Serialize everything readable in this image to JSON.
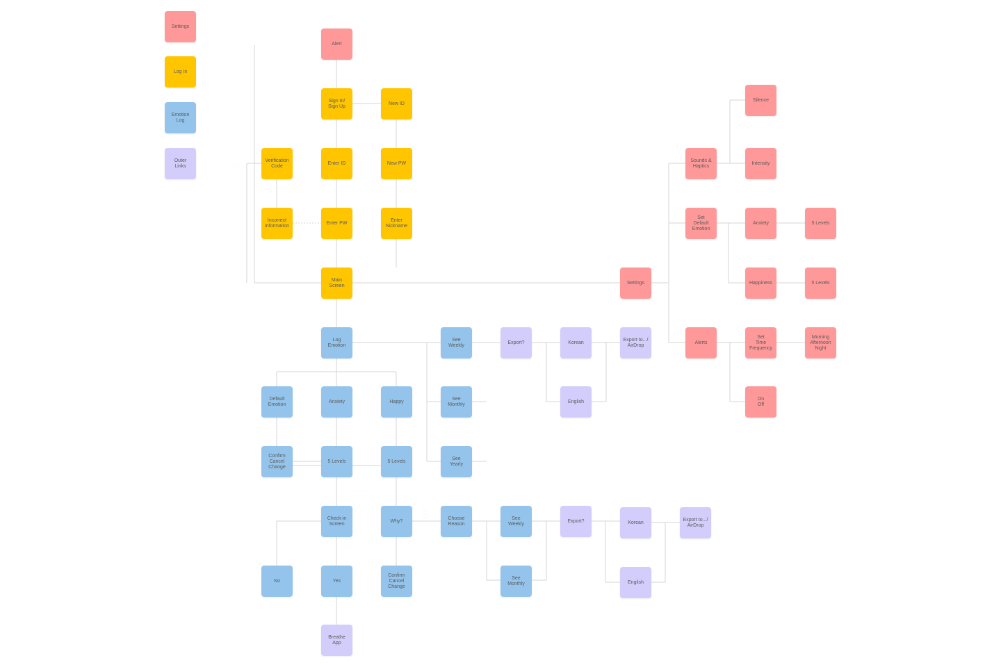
{
  "colors": {
    "settings": "#ff9999",
    "log_in": "#ffc600",
    "emotion_log": "#94c4ec",
    "outer_links": "#d2cdfb",
    "connector": "#d6d6d6"
  },
  "legend": [
    {
      "id": "legend-settings",
      "label": "Settings",
      "color": "red"
    },
    {
      "id": "legend-log-in",
      "label": "Log In",
      "color": "yellow"
    },
    {
      "id": "legend-emotion-log",
      "label": "Emotion\nLog",
      "color": "blue"
    },
    {
      "id": "legend-outer-links",
      "label": "Outer\nLinks",
      "color": "purple"
    }
  ],
  "nodes": {
    "alert": "Alert",
    "signin": "Sign In/\nSign Up",
    "newid": "New ID",
    "verif": "Verification\nCode",
    "enterid": "Enter ID",
    "newpw": "New PW",
    "incorrect": "Incorrect\nInformation",
    "enterpw": "Enter PW",
    "nickname": "Enter\nNickname",
    "main": "Main\nScreen",
    "settings": "Settings",
    "sounds": "Sounds &\nHaptics",
    "silence": "Silence",
    "intensity": "Intensity",
    "defemo_set": "Set\nDefault\nEmotion",
    "anxiety_set": "Anxiety",
    "levels_anx_set": "5 Levels",
    "happiness_set": "Happiness",
    "levels_hap_set": "5 Levels",
    "alerts": "Alerts",
    "timefreq": "Set\nTime\nFrequency",
    "morning": "Morning\nAfternoon\nNight",
    "onoff": "On\nOff",
    "logemo": "Log\nEmotion",
    "weekly1": "See\nWeekly",
    "export1": "Export?",
    "korean1": "Korean",
    "airdrop1": "Export to.../\nAirDrop",
    "english1": "English",
    "monthly1": "See\nMonthly",
    "yearly1": "See\nYearly",
    "defemo": "Default\nEmotion",
    "anxiety": "Anxiety",
    "happy": "Happy",
    "confirm1": "Confirm\nCancel\nChange",
    "levels1": "5 Levels",
    "levels2": "5 Levels",
    "checkin": "Check-in\nScreen",
    "why": "Why?",
    "reason": "Choose\nReason",
    "weekly2": "See\nWeekly",
    "export2": "Export?",
    "korean2": "Korean",
    "airdrop2": "Export to.../\nAirDrop",
    "no": "No",
    "yes": "Yes",
    "confirm2": "Confirm\nCancel\nChange",
    "monthly2": "See\nMonthly",
    "english2": "English",
    "breathe": "Breathe\nApp"
  }
}
